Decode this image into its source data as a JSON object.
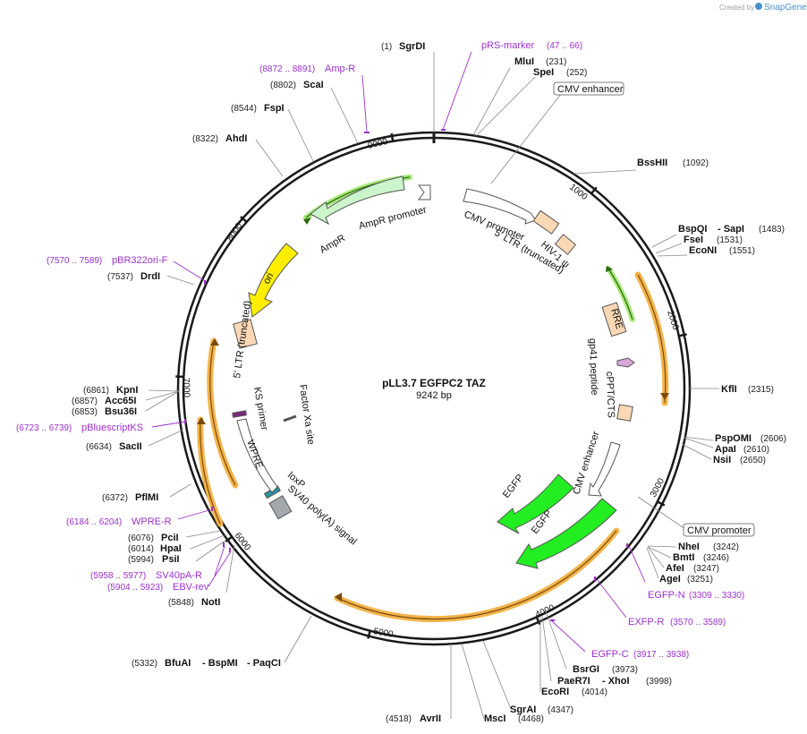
{
  "credit": {
    "prefix": "Created by",
    "brand": "SnapGene"
  },
  "plasmid": {
    "name": "pLL3.7 EGFPC2 TAZ",
    "length_label": "9242 bp",
    "length_bp": 9242
  },
  "ticks": [
    {
      "bp": 1000,
      "label": "1000"
    },
    {
      "bp": 2000,
      "label": "2000"
    },
    {
      "bp": 3000,
      "label": "3000"
    },
    {
      "bp": 4000,
      "label": "4000"
    },
    {
      "bp": 5000,
      "label": "5000"
    },
    {
      "bp": 6000,
      "label": "6000"
    },
    {
      "bp": 7000,
      "label": "7000"
    },
    {
      "bp": 8000,
      "label": "8000"
    },
    {
      "bp": 9000,
      "label": "9000"
    }
  ],
  "sites": [
    {
      "name": "SgrDI",
      "pos": "(1)",
      "bp": 1
    },
    {
      "name": "MluI",
      "pos": "(231)",
      "bp": 231
    },
    {
      "name": "SpeI",
      "pos": "(252)",
      "bp": 252
    },
    {
      "name": "BssHII",
      "pos": "(1092)",
      "bp": 1092
    },
    {
      "name": "BspQI",
      "pos": "",
      "bp": 1483
    },
    {
      "name": "- SapI",
      "pos": "(1483)",
      "bp": 1483
    },
    {
      "name": "FseI",
      "pos": "(1531)",
      "bp": 1531
    },
    {
      "name": "EcoNI",
      "pos": "(1551)",
      "bp": 1551
    },
    {
      "name": "KflI",
      "pos": "(2315)",
      "bp": 2315
    },
    {
      "name": "PspOMI",
      "pos": "(2606)",
      "bp": 2606
    },
    {
      "name": "ApaI",
      "pos": "(2610)",
      "bp": 2610
    },
    {
      "name": "NsiI",
      "pos": "(2650)",
      "bp": 2650
    },
    {
      "name": "NheI",
      "pos": "(3242)",
      "bp": 3242
    },
    {
      "name": "BmtI",
      "pos": "(3246)",
      "bp": 3246
    },
    {
      "name": "AfeI",
      "pos": "(3247)",
      "bp": 3247
    },
    {
      "name": "AgeI",
      "pos": "(3251)",
      "bp": 3251
    },
    {
      "name": "BsrGI",
      "pos": "(3973)",
      "bp": 3973
    },
    {
      "name": "PaeR7I",
      "pos": "",
      "bp": 3998
    },
    {
      "name": "- XhoI",
      "pos": "(3998)",
      "bp": 3998
    },
    {
      "name": "EcoRI",
      "pos": "(4014)",
      "bp": 4014
    },
    {
      "name": "SgrAI",
      "pos": "(4347)",
      "bp": 4347
    },
    {
      "name": "MscI",
      "pos": "(4468)",
      "bp": 4468
    },
    {
      "name": "AvrII",
      "pos": "(4518)",
      "bp": 4518
    },
    {
      "name": "BfuAI",
      "pos": "(5332)",
      "bp": 5332
    },
    {
      "name": "- BspMI",
      "pos": "",
      "bp": 5332
    },
    {
      "name": "- PaqCI",
      "pos": "",
      "bp": 5332
    },
    {
      "name": "NotI",
      "pos": "(5848)",
      "bp": 5848
    },
    {
      "name": "PsiI",
      "pos": "(5994)",
      "bp": 5994
    },
    {
      "name": "HpaI",
      "pos": "(6014)",
      "bp": 6014
    },
    {
      "name": "PciI",
      "pos": "(6076)",
      "bp": 6076
    },
    {
      "name": "PflMI",
      "pos": "(6372)",
      "bp": 6372
    },
    {
      "name": "SacII",
      "pos": "(6634)",
      "bp": 6634
    },
    {
      "name": "Bsu36I",
      "pos": "(6853)",
      "bp": 6853
    },
    {
      "name": "Acc65I",
      "pos": "(6857)",
      "bp": 6857
    },
    {
      "name": "KpnI",
      "pos": "(6861)",
      "bp": 6861
    },
    {
      "name": "DrdI",
      "pos": "(7537)",
      "bp": 7537
    },
    {
      "name": "AhdI",
      "pos": "(8322)",
      "bp": 8322
    },
    {
      "name": "FspI",
      "pos": "(8544)",
      "bp": 8544
    },
    {
      "name": "ScaI",
      "pos": "(8802)",
      "bp": 8802
    }
  ],
  "primers": [
    {
      "name": "pRS-marker",
      "pos": "(47 .. 66)"
    },
    {
      "name": "Amp-R",
      "pos": "(8872 .. 8891)"
    },
    {
      "name": "pBR322ori-F",
      "pos": "(7570 .. 7589)"
    },
    {
      "name": "pBluescriptKS",
      "pos": "(6723 .. 6739)"
    },
    {
      "name": "WPRE-R",
      "pos": "(6184 .. 6204)"
    },
    {
      "name": "SV40pA-R",
      "pos": "(5958 .. 5977)"
    },
    {
      "name": "EBV-rev",
      "pos": "(5904 .. 5923)"
    },
    {
      "name": "EGFP-N",
      "pos": "(3309 .. 3330)"
    },
    {
      "name": "EXFP-R",
      "pos": "(3570 .. 3589)"
    },
    {
      "name": "EGFP-C",
      "pos": "(3917 .. 3938)"
    }
  ],
  "boxed_labels": [
    "CMV enhancer",
    "CMV promoter"
  ],
  "features": {
    "cmv_promoter": "CMV promoter",
    "ltr5_trunc_right": "5' LTR (truncated)",
    "hiv_psi": "HIV-1 ψ",
    "rre": "RRE",
    "gp41": "gp41 peptide",
    "cppt": "cPPT/CTS",
    "cmv_enhancer": "CMV enhancer",
    "egfp_a": "EGFP",
    "egfp_b": "EGFP",
    "loxp": "loxP",
    "sv40": "SV40 poly(A) signal",
    "wpre": "WPRE",
    "ks_primer": "KS primer",
    "factor_xa": "Factor Xa site",
    "ltr5_trunc_left": "5' LTR (truncated)",
    "ori": "ori",
    "ampr": "AmpR",
    "ampr_promoter": "AmpR promoter"
  },
  "colors": {
    "backbone": "#1a1a1a",
    "primer": "#9b30c8",
    "orf_highlight": "#f3b44a",
    "orf_arrow": "#7a4a10",
    "ampr_fill": "#ccf5cc",
    "ampr_line": "#3a8a1a",
    "ori_fill": "#ffee00",
    "egfp_fill": "#22ee22",
    "ltr_fill": "#fbd8b5",
    "rre_fill": "#fbd8b5",
    "gp41_fill": "#d7a6d7",
    "loxp_fill": "#2a8fa0",
    "sv40_fill": "#a3a8ad",
    "ks_fill": "#7a2a7a"
  }
}
